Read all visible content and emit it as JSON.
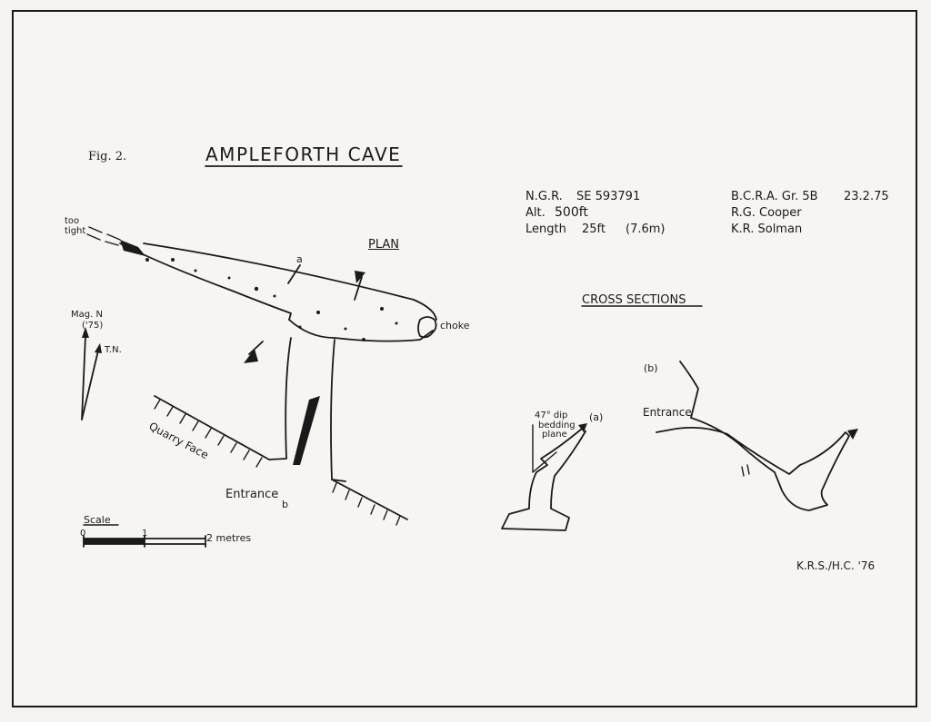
{
  "figure": {
    "fig_label": "Fig. 2.",
    "title": "AMPLEFORTH CAVE",
    "credit": "K.R.S./H.C. '76"
  },
  "info": {
    "ngr_label": "N.G.R.",
    "ngr_value": "SE 593791",
    "alt_label": "Alt.",
    "alt_value": "500ft",
    "length_label": "Length",
    "length_value": "25ft",
    "length_metric": "(7.6m)",
    "grade": "B.C.R.A. Gr. 5B",
    "date": "23.2.75",
    "surveyor_1": "R.G. Cooper",
    "surveyor_2": "K.R. Solman"
  },
  "plan": {
    "heading": "PLAN",
    "too_tight": [
      "too",
      "tight"
    ],
    "choke": "choke",
    "quarry_face": "Quarry Face",
    "entrance": "Entrance",
    "section_a": "a",
    "section_b": "b"
  },
  "north": {
    "mag_n": "Mag. N",
    "year": "('75)",
    "true_n": "T.N."
  },
  "scale": {
    "heading": "Scale",
    "ticks": [
      "0",
      "1",
      "2 metres"
    ]
  },
  "cross_sections": {
    "heading": "CROSS SECTIONS",
    "label_a": "(a)",
    "label_b": "(b)",
    "dip_label": "47° dip",
    "bedding_1": "bedding",
    "bedding_2": "plane",
    "entrance": "Entrance"
  }
}
